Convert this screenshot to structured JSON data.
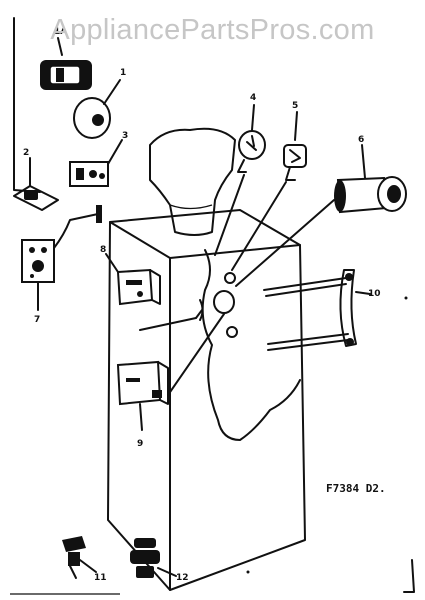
{
  "watermark": "AppliancePartsPros.com",
  "drawing_code": "F7384 D2.",
  "callouts": [
    "1A",
    "1",
    "2",
    "3",
    "4",
    "5",
    "6",
    "7",
    "8",
    "9",
    "10",
    "11",
    "12"
  ]
}
